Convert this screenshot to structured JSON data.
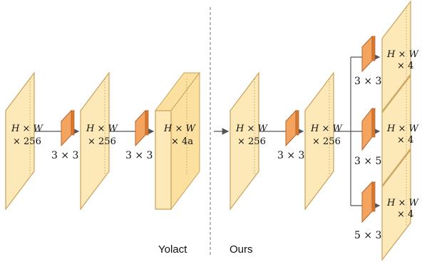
{
  "colors": {
    "feature_face": "#fde9b8",
    "feature_edge": "#c8a25a",
    "feature_side": "#fbe0a0",
    "kernel_face": "#f4a45e",
    "kernel_edge": "#b8632a",
    "arrow": "#555555",
    "divider": "#888888"
  },
  "yolact": {
    "caption": "Yolact",
    "maps": [
      {
        "line1": "H × W",
        "line2": "× 256"
      },
      {
        "line1": "H × W",
        "line2": "× 256"
      },
      {
        "line1": "H × W",
        "line2": "× 4a"
      }
    ],
    "kernels": [
      "3 × 3",
      "3 × 3"
    ]
  },
  "ours": {
    "caption": "Ours",
    "maps": [
      {
        "line1": "H × W",
        "line2": "× 256"
      },
      {
        "line1": "H × W",
        "line2": "× 256"
      }
    ],
    "kernels": [
      "3 × 3"
    ],
    "branches": [
      {
        "kernel": "3 × 3",
        "line1": "H × W",
        "line2": "× 4"
      },
      {
        "kernel": "3 × 5",
        "line1": "H × W",
        "line2": "× 4"
      },
      {
        "kernel": "5 × 3",
        "line1": "H × W",
        "line2": "× 4"
      }
    ]
  }
}
